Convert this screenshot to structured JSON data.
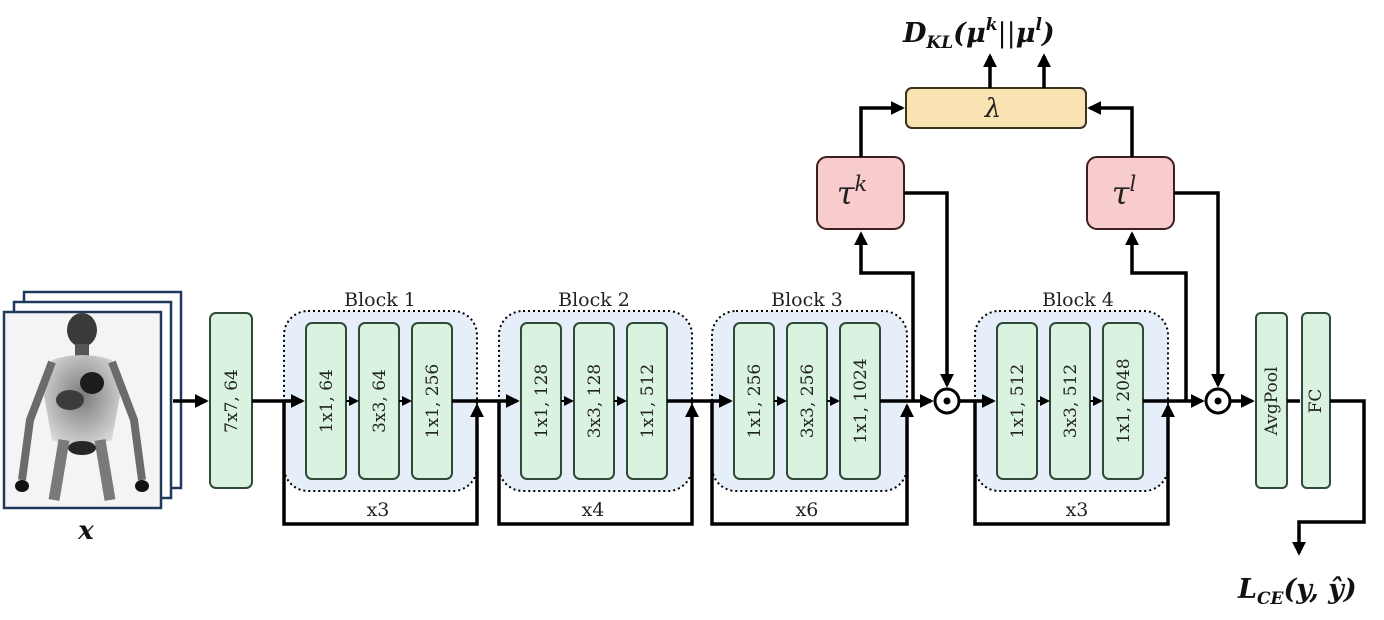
{
  "input": {
    "label": "x"
  },
  "stem": {
    "label": "7x7, 64"
  },
  "blocks": [
    {
      "title": "Block 1",
      "layers": [
        "1x1, 64",
        "3x3, 64",
        "1x1, 256"
      ],
      "repeat": "x3"
    },
    {
      "title": "Block 2",
      "layers": [
        "1x1, 128",
        "3x3, 128",
        "1x1, 512"
      ],
      "repeat": "x4"
    },
    {
      "title": "Block 3",
      "layers": [
        "1x1, 256",
        "3x3, 256",
        "1x1, 1024"
      ],
      "repeat": "x6"
    },
    {
      "title": "Block 4",
      "layers": [
        "1x1, 512",
        "3x3, 512",
        "1x1, 2048"
      ],
      "repeat": "x3"
    }
  ],
  "head": {
    "avgpool": "AvgPool",
    "fc": "FC"
  },
  "attention": {
    "tau_k": "τ",
    "tau_k_sup": "k",
    "tau_l": "τ",
    "tau_l_sup": "l",
    "lambda": "λ"
  },
  "losses": {
    "kl": {
      "main": "D",
      "sub": "KL",
      "mu": "μ",
      "k": "k",
      "sep": "||",
      "l": "l"
    },
    "ce": {
      "main": "L",
      "sub": "CE",
      "args": "(y, ŷ)"
    }
  },
  "colors": {
    "layer_fill": "#daf3e1",
    "layer_stroke": "#2f4a37",
    "block_bg": "#e6eff9",
    "tau_fill": "#f8cccc",
    "lambda_fill": "#fae3b3",
    "xray_frame": "#1f3a5c"
  }
}
